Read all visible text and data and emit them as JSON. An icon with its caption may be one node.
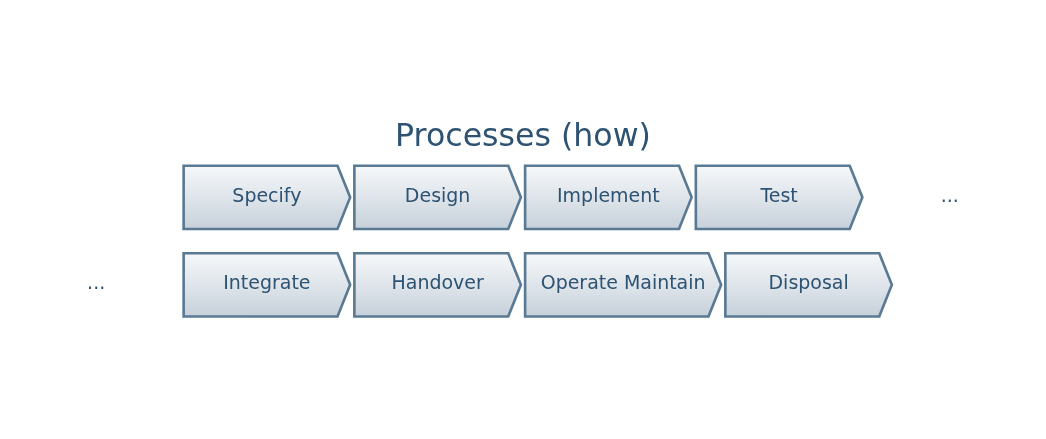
{
  "diagram": {
    "title": "Processes (how)",
    "nodes": [
      {
        "text": [
          "Specify"
        ]
      },
      {
        "text": [
          "Design"
        ]
      },
      {
        "text": [
          "Implement"
        ]
      },
      {
        "text": [
          "Test"
        ]
      },
      {
        "text": [
          "Integrate"
        ]
      },
      {
        "text": [
          "Handover"
        ]
      },
      {
        "text": [
          "Operate Maintain"
        ]
      },
      {
        "text": [
          "Disposal"
        ]
      }
    ],
    "edges": [],
    "labels": [
      "...",
      "..."
    ]
  }
}
